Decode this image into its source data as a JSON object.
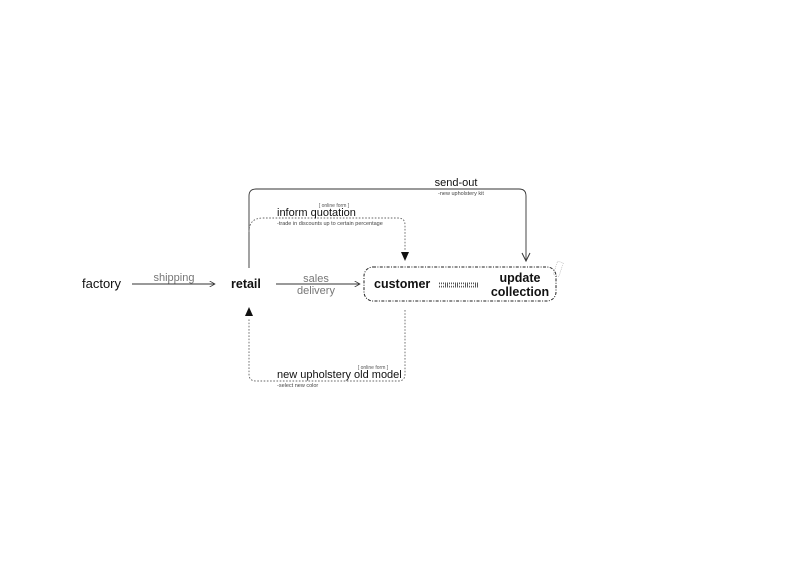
{
  "nodes": {
    "factory": "factory",
    "retail": "retail",
    "customer": "customer",
    "update_line1": "update",
    "update_line2": "collection"
  },
  "edges": {
    "shipping": "shipping",
    "sales": "sales",
    "delivery": "delivery",
    "send_out": "send-out",
    "send_out_note": "-new upholstery kit",
    "inform_quotation": "inform quotation",
    "inform_tag": "[ online form ]",
    "inform_note": "-trade in discounts up to certain percentage",
    "new_upholstery": "new upholstery old model",
    "new_upholstery_tag": "[ online form ]",
    "new_upholstery_note": "-select new color"
  }
}
